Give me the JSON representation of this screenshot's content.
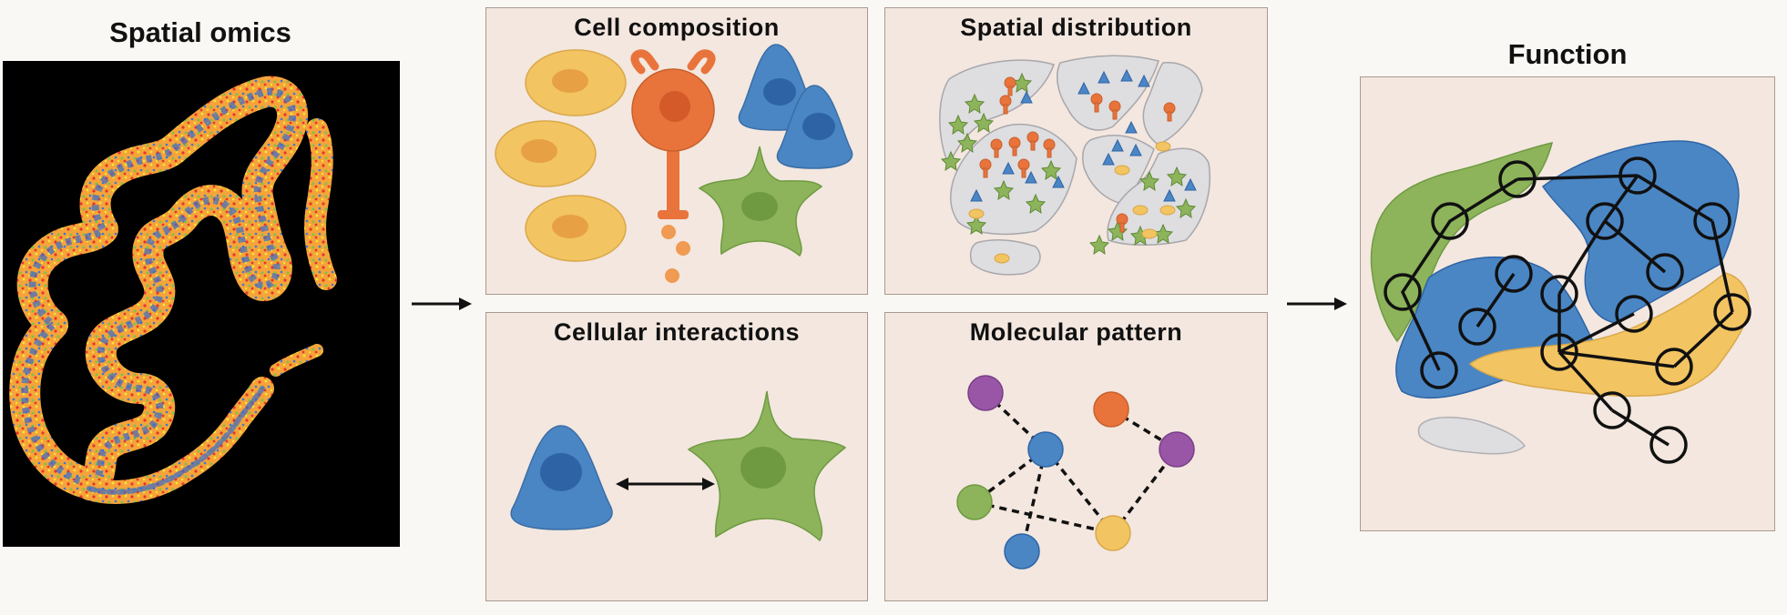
{
  "labels": {
    "spatial_omics": "Spatial omics",
    "function": "Function"
  },
  "panels": [
    {
      "id": "cell-composition",
      "title": "Cell composition"
    },
    {
      "id": "spatial-distribution",
      "title": "Spatial distribution"
    },
    {
      "id": "cellular-interactions",
      "title": "Cellular interactions"
    },
    {
      "id": "molecular-pattern",
      "title": "Molecular pattern"
    }
  ],
  "colors": {
    "yellow": "#f2c462",
    "yellow_dark": "#e8a044",
    "orange": "#e8743c",
    "orange_dark": "#d45a2a",
    "blue": "#4a86c4",
    "blue_dark": "#2e64a6",
    "green": "#8db45a",
    "green_dark": "#6f9a42",
    "purple": "#9a56a6",
    "grey_region": "#dedde0"
  }
}
